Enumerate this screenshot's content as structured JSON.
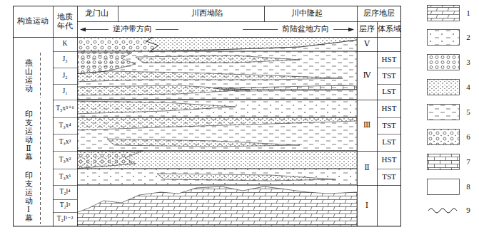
{
  "diagram": {
    "labels": [
      "构造运动",
      "地质年代",
      "龙门山",
      "川西坳陷",
      "川中隆起",
      "层序地层",
      "逆冲带方向",
      "前陆盆地方向",
      "层序",
      "体系域",
      "燕山运动",
      "印支运动Ⅱ幕",
      "印支运动Ⅰ幕",
      "K",
      "J₃",
      "J₂",
      "J₁",
      "T₃x⁵⁺⁶",
      "T₃x⁴",
      "T₃x³",
      "T₃x²",
      "T₃x¹",
      "T₂l⁴",
      "T₂l³",
      "T₂l¹⁻²",
      "Ⅴ",
      "Ⅳ",
      "Ⅲ",
      "Ⅱ",
      "Ⅰ",
      "HST",
      "TST",
      "LST",
      "HST",
      "TST",
      "LST",
      "HST",
      "TST"
    ],
    "legend": [
      {
        "text": "1"
      },
      {
        "text": "2"
      },
      {
        "text": "3"
      },
      {
        "text": "4"
      },
      {
        "text": "5"
      },
      {
        "text": "6"
      },
      {
        "text": "7"
      },
      {
        "text": "8"
      },
      {
        "text": "9"
      }
    ]
  }
}
